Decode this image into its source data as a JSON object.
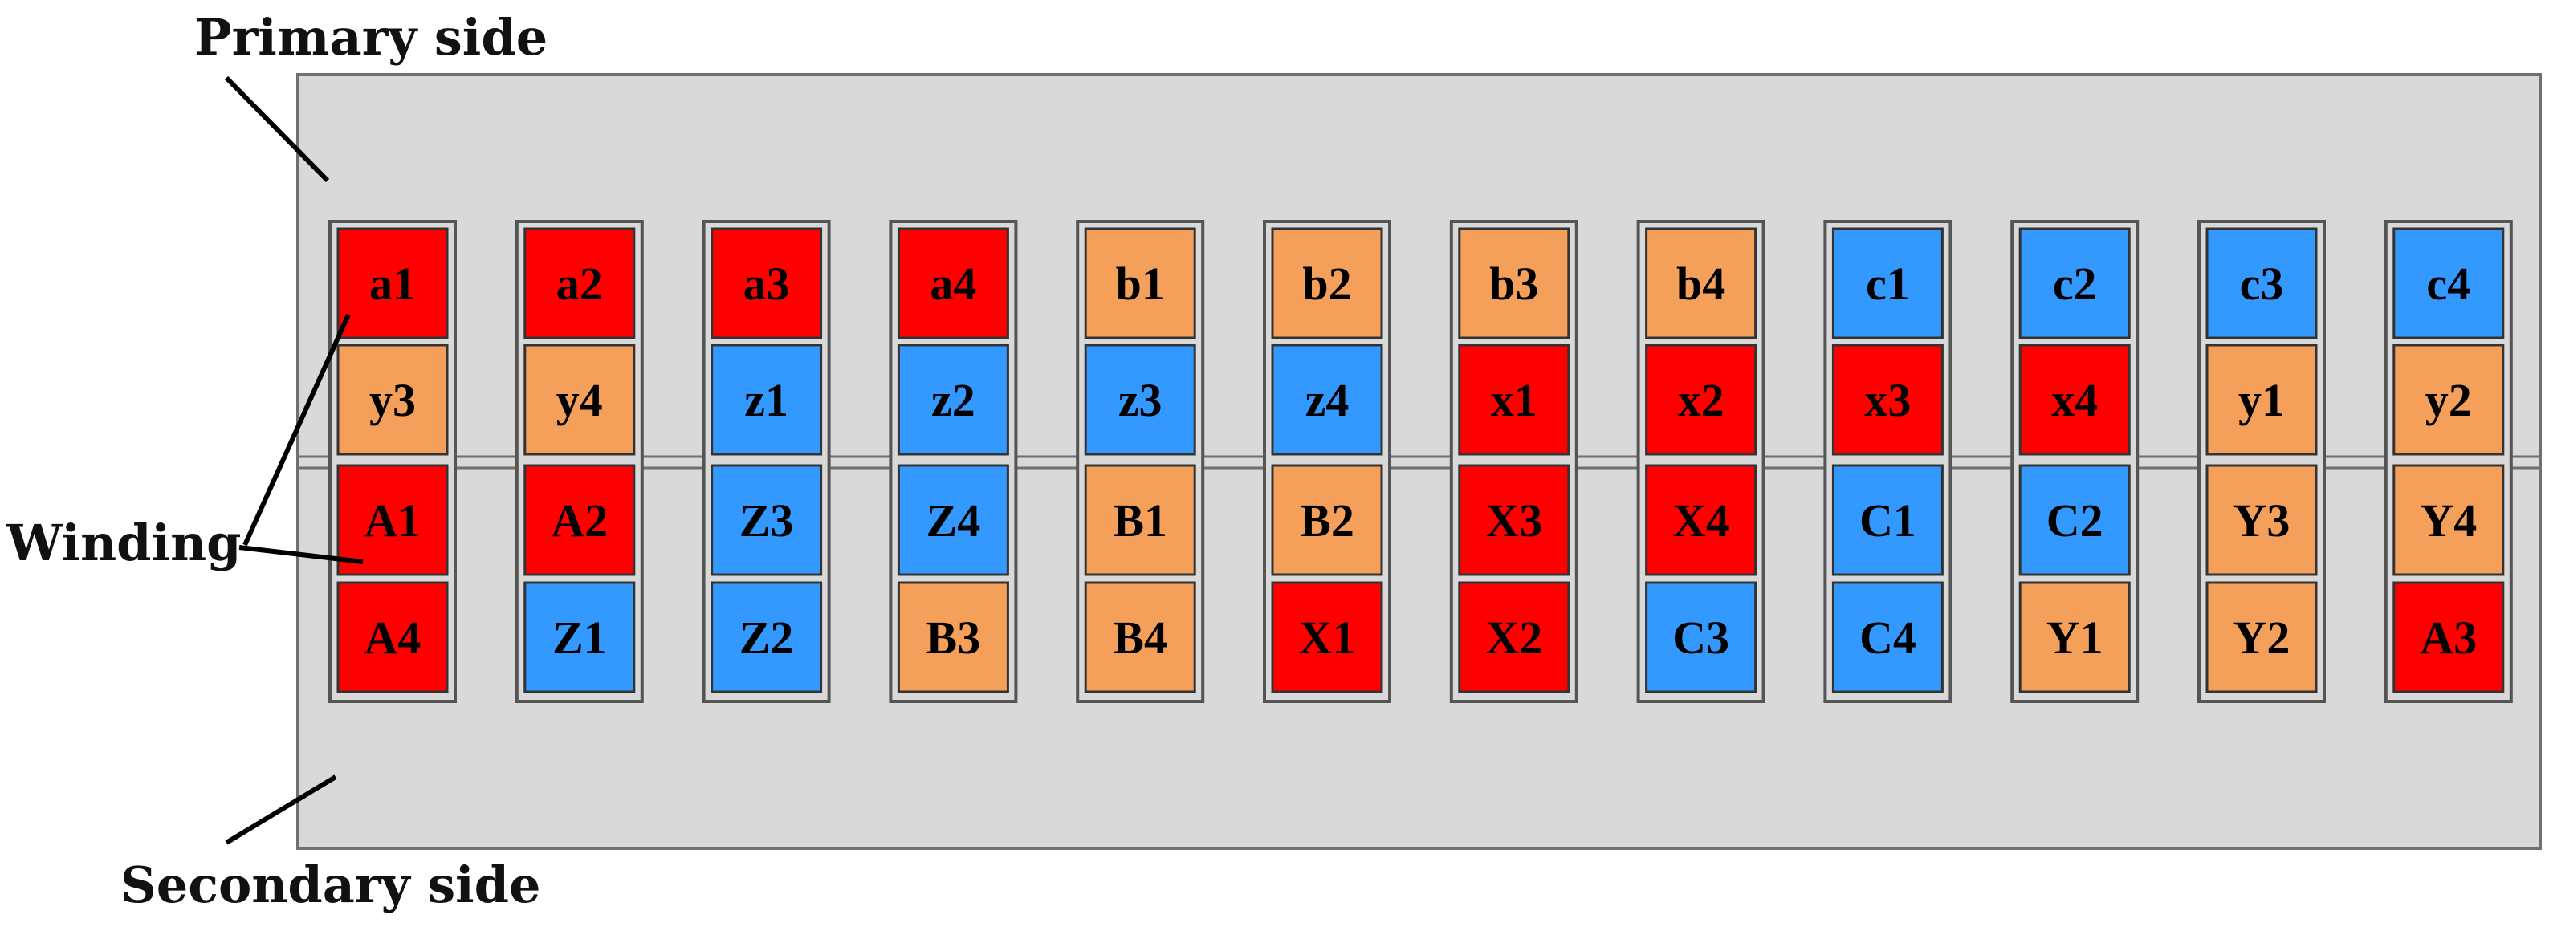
{
  "labels": {
    "primary": "Primary side",
    "secondary": "Secondary side",
    "winding": "Winding"
  },
  "colors": {
    "red": "#ff0000",
    "orange": "#f4a05a",
    "blue": "#3399ff",
    "panel": "#d9d9d9"
  },
  "primary_rows": [
    [
      {
        "t": "a1",
        "c": "red"
      },
      {
        "t": "a2",
        "c": "red"
      },
      {
        "t": "a3",
        "c": "red"
      },
      {
        "t": "a4",
        "c": "red"
      },
      {
        "t": "b1",
        "c": "orange"
      },
      {
        "t": "b2",
        "c": "orange"
      },
      {
        "t": "b3",
        "c": "orange"
      },
      {
        "t": "b4",
        "c": "orange"
      },
      {
        "t": "c1",
        "c": "blue"
      },
      {
        "t": "c2",
        "c": "blue"
      },
      {
        "t": "c3",
        "c": "blue"
      },
      {
        "t": "c4",
        "c": "blue"
      }
    ],
    [
      {
        "t": "y3",
        "c": "orange"
      },
      {
        "t": "y4",
        "c": "orange"
      },
      {
        "t": "z1",
        "c": "blue"
      },
      {
        "t": "z2",
        "c": "blue"
      },
      {
        "t": "z3",
        "c": "blue"
      },
      {
        "t": "z4",
        "c": "blue"
      },
      {
        "t": "x1",
        "c": "red"
      },
      {
        "t": "x2",
        "c": "red"
      },
      {
        "t": "x3",
        "c": "red"
      },
      {
        "t": "x4",
        "c": "red"
      },
      {
        "t": "y1",
        "c": "orange"
      },
      {
        "t": "y2",
        "c": "orange"
      }
    ]
  ],
  "secondary_rows": [
    [
      {
        "t": "A1",
        "c": "red"
      },
      {
        "t": "A2",
        "c": "red"
      },
      {
        "t": "Z3",
        "c": "blue"
      },
      {
        "t": "Z4",
        "c": "blue"
      },
      {
        "t": "B1",
        "c": "orange"
      },
      {
        "t": "B2",
        "c": "orange"
      },
      {
        "t": "X3",
        "c": "red"
      },
      {
        "t": "X4",
        "c": "red"
      },
      {
        "t": "C1",
        "c": "blue"
      },
      {
        "t": "C2",
        "c": "blue"
      },
      {
        "t": "Y3",
        "c": "orange"
      },
      {
        "t": "Y4",
        "c": "orange"
      }
    ],
    [
      {
        "t": "A4",
        "c": "red"
      },
      {
        "t": "Z1",
        "c": "blue"
      },
      {
        "t": "Z2",
        "c": "blue"
      },
      {
        "t": "B3",
        "c": "orange"
      },
      {
        "t": "B4",
        "c": "orange"
      },
      {
        "t": "X1",
        "c": "red"
      },
      {
        "t": "X2",
        "c": "red"
      },
      {
        "t": "C3",
        "c": "blue"
      },
      {
        "t": "C4",
        "c": "blue"
      },
      {
        "t": "Y1",
        "c": "orange"
      },
      {
        "t": "Y2",
        "c": "orange"
      },
      {
        "t": "A3",
        "c": "red"
      }
    ]
  ]
}
